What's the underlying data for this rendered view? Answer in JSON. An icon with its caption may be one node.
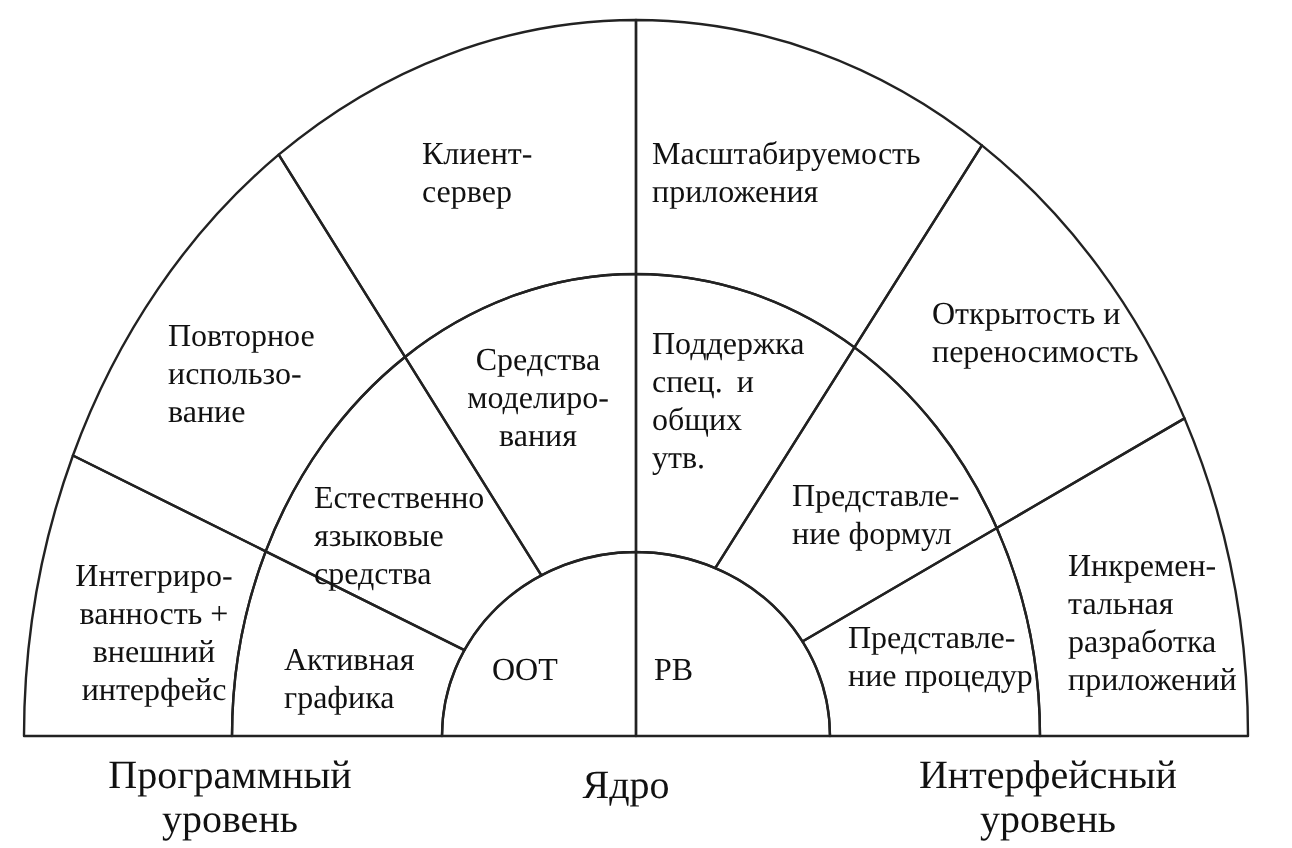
{
  "diagram": {
    "nodes": [
      {
        "text": [
          "Интегриро- ванность + внешний интерфейс"
        ]
      },
      {
        "text": [
          "Повторное использо- вание"
        ]
      },
      {
        "text": [
          "Клиент-сервер"
        ]
      },
      {
        "text": [
          "Масштабируемость приложения"
        ]
      },
      {
        "text": [
          "Открытость и переносимость"
        ]
      },
      {
        "text": [
          "Инкремен- тальная разработка приложений"
        ]
      },
      {
        "text": [
          "Активная графика"
        ]
      },
      {
        "text": [
          "Естественно языковые средства"
        ]
      },
      {
        "text": [
          "Средства моделиро- вания"
        ]
      },
      {
        "text": [
          "Поддержка спец. и общих утв."
        ]
      },
      {
        "text": [
          "Представле- ние формул"
        ]
      },
      {
        "text": [
          "Представле- ние процедур"
        ]
      },
      {
        "text": [
          "ООТ"
        ]
      },
      {
        "text": [
          "РВ"
        ]
      }
    ],
    "labels": [
      "Программный уровень",
      "Ядро",
      "Интерфейсный уровень"
    ]
  }
}
